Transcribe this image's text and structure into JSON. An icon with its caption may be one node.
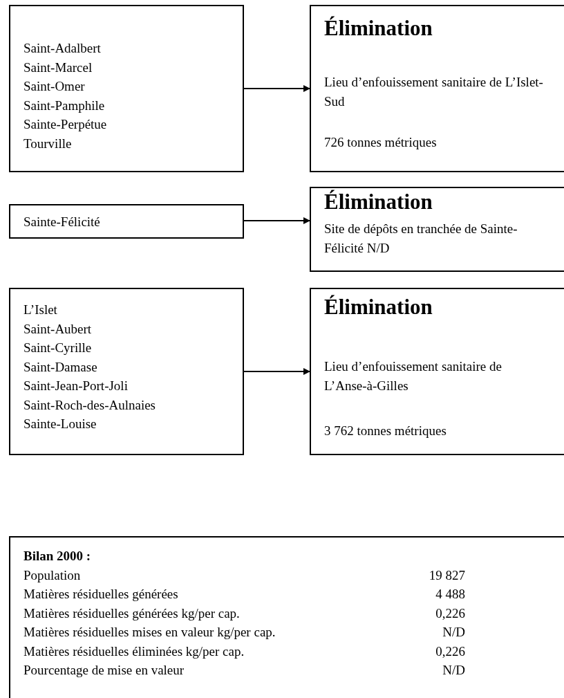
{
  "diagram": {
    "nodes": [
      {
        "text": [
          "Saint-Adalbert",
          "Saint-Marcel",
          "Saint-Omer",
          "Saint-Pamphile",
          "Sainte-Perpétue",
          "Tourville"
        ]
      },
      {
        "text": [
          "Élimination",
          "Lieu d’enfouissement sanitaire de L’Islet-Sud",
          "726 tonnes métriques"
        ]
      },
      {
        "text": [
          "Sainte-Félicité"
        ]
      },
      {
        "text": [
          "Élimination",
          "Site de dépôts en tranchée de Sainte-Félicité N/D"
        ]
      },
      {
        "text": [
          "L’Islet",
          "Saint-Aubert",
          "Saint-Cyrille",
          "Saint-Damase",
          "Saint-Jean-Port-Joli",
          "Saint-Roch-des-Aulnaies",
          "Sainte-Louise"
        ]
      },
      {
        "text": [
          "Élimination",
          "Lieu d’enfouissement sanitaire de L’Anse-à-Gilles",
          "3 762 tonnes métriques"
        ]
      },
      {
        "text": [
          "Bilan 2000 :",
          "Population",
          "19 827",
          "Matières résiduelles générées",
          "4 488",
          "Matières résiduelles générées kg/per cap.",
          "0,226",
          "Matières résiduelles mises en valeur kg/per cap.",
          "N/D",
          "Matières résiduelles éliminées kg/per cap.",
          "0,226",
          "Pourcentage de mise en valeur",
          "N/D"
        ]
      }
    ],
    "edges": [
      {
        "from": 0,
        "to": 1,
        "arrow": "to"
      },
      {
        "from": 2,
        "to": 3,
        "arrow": "to"
      },
      {
        "from": 4,
        "to": 5,
        "arrow": "to"
      }
    ]
  }
}
